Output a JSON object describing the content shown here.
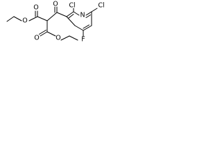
{
  "molecule": {
    "atom_labels": {
      "cl_top": "Cl",
      "cl_right": "Cl",
      "n": "N",
      "f": "F",
      "o_ketone": "O",
      "o_left_carbonyl": "O",
      "o_left_ether": "O",
      "o_right_carbonyl": "O",
      "o_right_ether": "O"
    }
  }
}
